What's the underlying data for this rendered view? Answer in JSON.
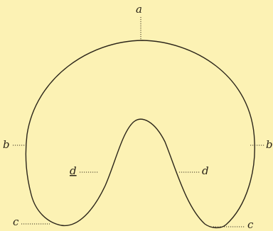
{
  "figure": {
    "labels": {
      "a": "a",
      "b_left": "b",
      "b_right": "b",
      "d_left": "d",
      "d_right": "d",
      "c_left": "c",
      "c_right": "c"
    },
    "colors": {
      "background": "#fcf2b4",
      "ink": "#2b2519"
    }
  }
}
